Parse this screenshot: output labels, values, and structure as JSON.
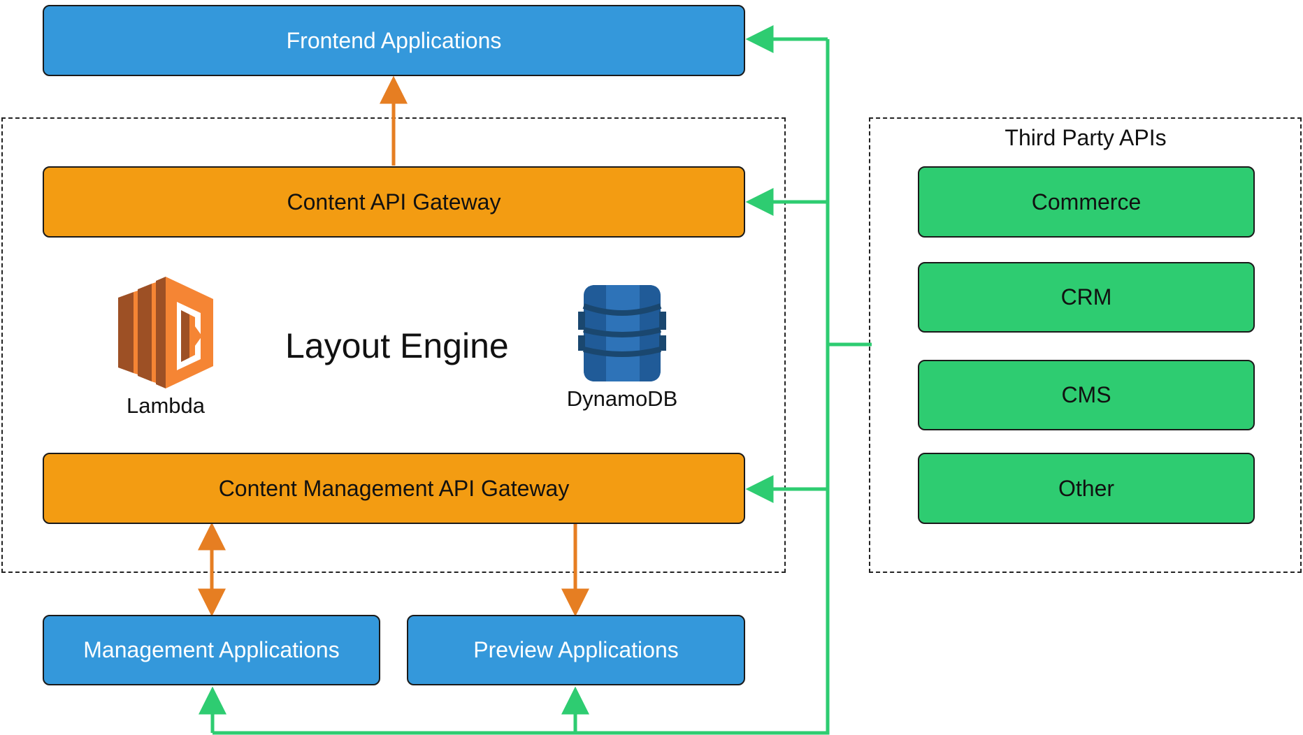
{
  "boxes": {
    "frontend": "Frontend Applications",
    "content_api": "Content API Gateway",
    "content_mgmt_api": "Content Management API Gateway",
    "management_apps": "Management Applications",
    "preview_apps": "Preview Applications"
  },
  "layout_engine": {
    "title": "Layout Engine",
    "lambda_label": "Lambda",
    "dynamodb_label": "DynamoDB"
  },
  "third_party": {
    "title": "Third Party APIs",
    "items": [
      "Commerce",
      "CRM",
      "CMS",
      "Other"
    ]
  },
  "colors": {
    "blue": "#3498db",
    "orange": "#f39c12",
    "green": "#2ecc71",
    "arrow_orange": "#e67e22",
    "arrow_green": "#2ecc71"
  },
  "icons": {
    "lambda": "aws-lambda-icon",
    "dynamodb": "aws-dynamodb-icon"
  }
}
